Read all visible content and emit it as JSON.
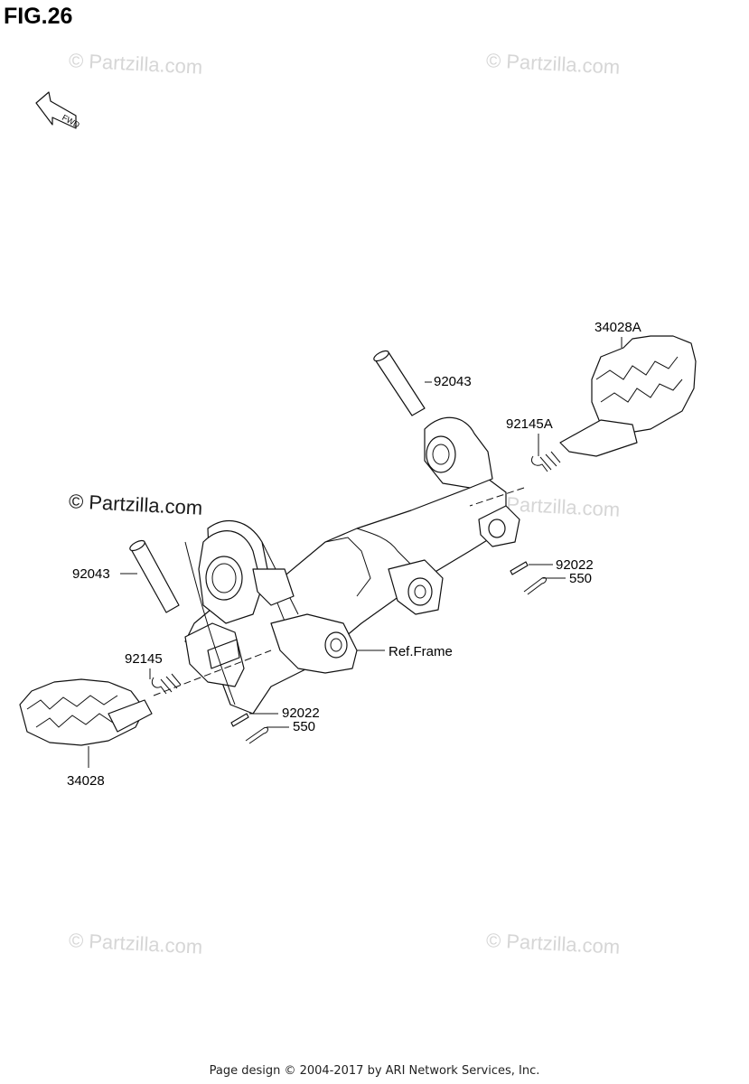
{
  "figure": {
    "title": "FIG.26"
  },
  "orientation": {
    "fwd_label": "FWD"
  },
  "watermarks": {
    "top_left": "© Partzilla.com",
    "top_right": "© Partzilla.com",
    "center": "© Partzilla.com",
    "middle_right": "© Partzilla.com",
    "bottom_left": "© Partzilla.com",
    "bottom_right": "© Partzilla.com"
  },
  "callouts": {
    "peg_right": "34028A",
    "pin_right": "92043",
    "spring_right": "92145A",
    "washer_right": "92022",
    "cotter_right": "550",
    "pin_left": "92043",
    "spring_left": "92145",
    "frame": "Ref.Frame",
    "washer_left": "92022",
    "cotter_left": "550",
    "peg_left": "34028"
  },
  "footer": {
    "text": "Page design © 2004-2017 by ARI Network Services, Inc."
  }
}
